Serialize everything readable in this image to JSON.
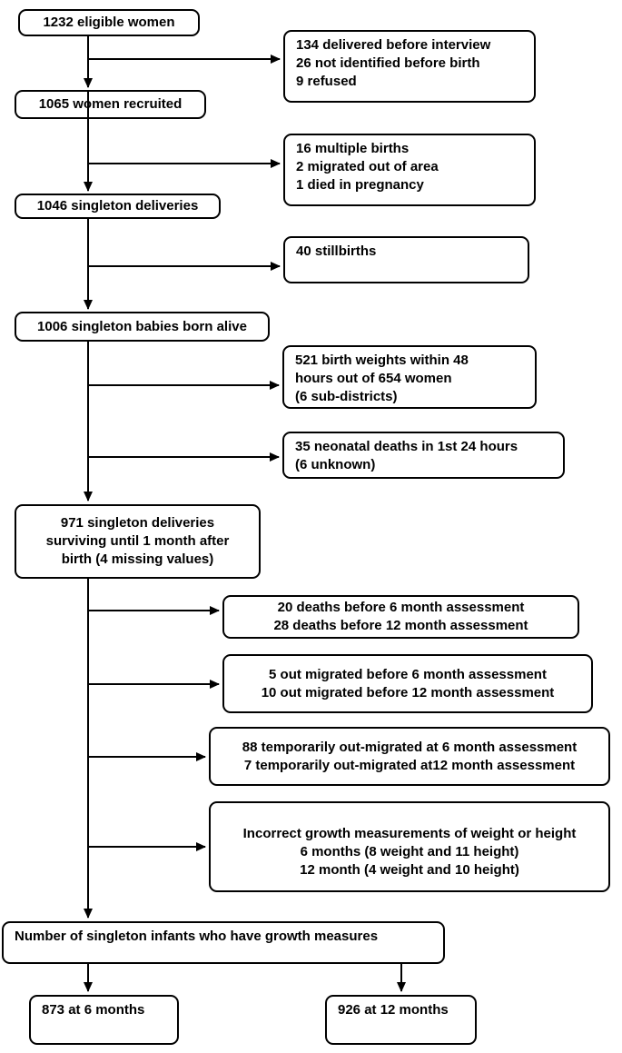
{
  "diagram": {
    "colors": {
      "ink": "#000000",
      "paper": "#ffffff"
    },
    "nodes": {
      "eligible": {
        "lines": [
          "1232 eligible women"
        ]
      },
      "recruited": {
        "lines": [
          "1065 women recruited"
        ]
      },
      "singleton_deliveries": {
        "lines": [
          "1046 singleton deliveries"
        ]
      },
      "born_alive": {
        "lines": [
          "1006 singleton babies born alive"
        ]
      },
      "surviving": {
        "lines": [
          "971 singleton deliveries",
          "surviving until 1 month after",
          "birth (4 missing values)"
        ]
      },
      "growth_measures": {
        "lines": [
          "Number of singleton infants who have growth measures"
        ]
      },
      "six_month_count": {
        "lines": [
          "873 at 6 months"
        ]
      },
      "twelve_month_count": {
        "lines": [
          "926 at 12 months"
        ]
      }
    },
    "exclusions": {
      "pre_recruitment": {
        "lines": [
          "134 delivered before interview",
          "26 not identified before birth",
          "9 refused"
        ]
      },
      "pre_delivery": {
        "lines": [
          "16 multiple births",
          "2 migrated out of area",
          "1 died in pregnancy"
        ]
      },
      "stillbirths": {
        "lines": [
          "40 stillbirths"
        ]
      },
      "birth_weights": {
        "lines": [
          "521 birth weights within 48",
          "hours out of 654 women",
          "(6 sub-districts)"
        ]
      },
      "neonatal_deaths": {
        "lines": [
          "35 neonatal deaths in 1st 24 hours",
          "(6 unknown)"
        ]
      },
      "assessment_deaths": {
        "lines": [
          "20 deaths before 6 month assessment",
          "28 deaths before 12 month assessment"
        ]
      },
      "out_migrated": {
        "lines": [
          "5 out migrated before 6 month assessment",
          "10 out migrated before 12 month assessment"
        ]
      },
      "temporarily_out_migrated": {
        "lines": [
          "88 temporarily out-migrated at 6 month assessment",
          "7 temporarily out-migrated at12 month assessment"
        ]
      },
      "incorrect_measurements": {
        "lines": [
          "Incorrect growth measurements of weight or height",
          "6 months (8 weight and 11 height)",
          "12 month (4 weight and 10 height)"
        ]
      }
    }
  }
}
